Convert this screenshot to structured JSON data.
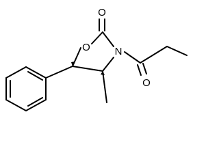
{
  "molecule": {
    "atoms": {
      "carbonyl_oxygen": "O",
      "ring_oxygen": "O",
      "ring_nitrogen": "N",
      "acyl_oxygen": "O"
    }
  }
}
